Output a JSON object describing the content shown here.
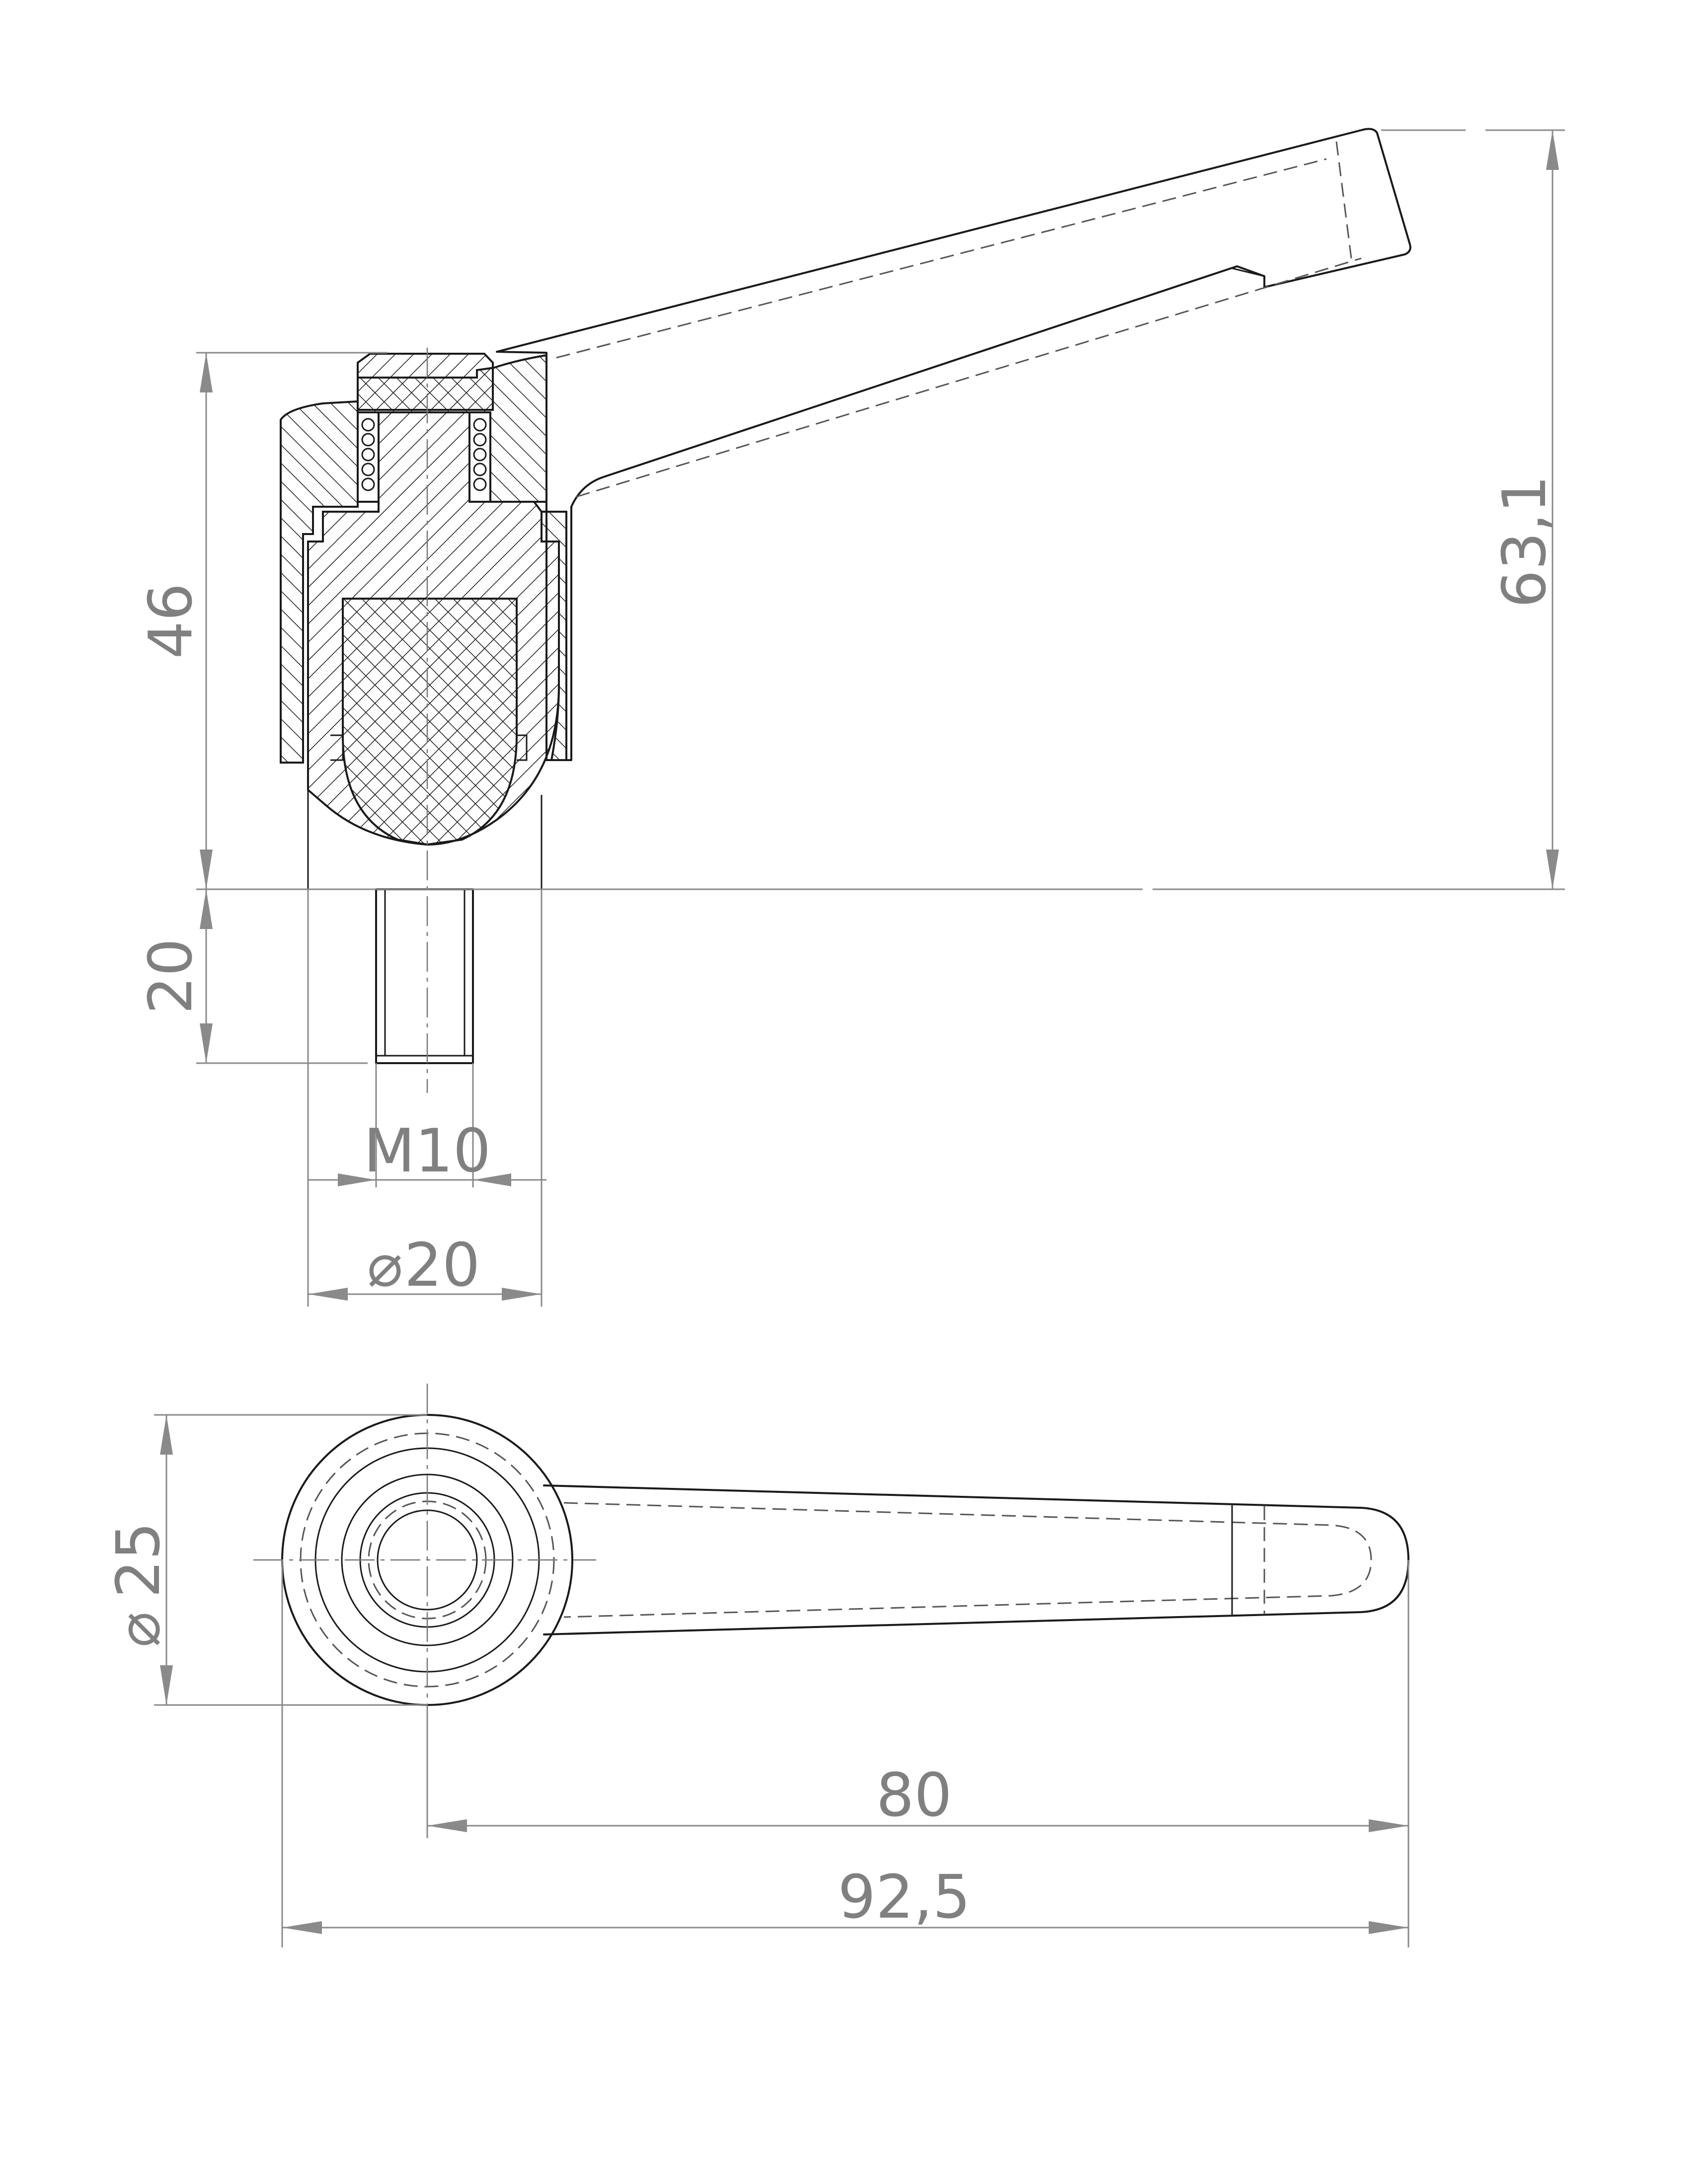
{
  "dimensions": {
    "height_total": "46",
    "thread_length": "20",
    "thread": "M10",
    "body_diameter": "20",
    "lever_height": "63,1",
    "head_diameter": "25",
    "lever_length": "80",
    "overall_length": "92,5"
  },
  "symbols": {
    "diameter": "⌀"
  },
  "colors": {
    "line": "#1a1a1a",
    "dimension": "#8a8a8a"
  }
}
